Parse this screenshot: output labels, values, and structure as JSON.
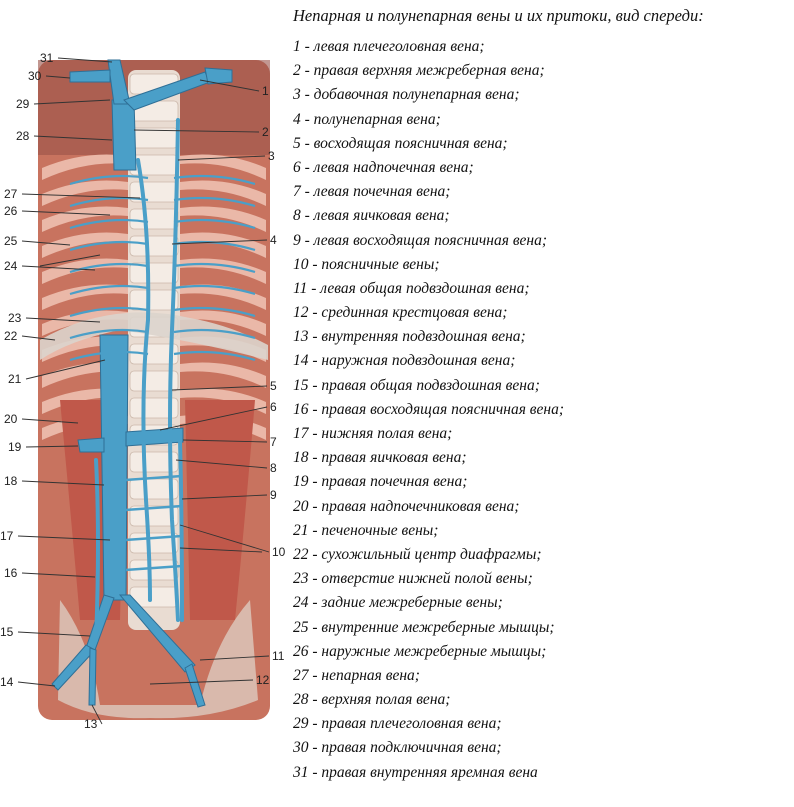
{
  "title": "Непарная и полунепарная вены и их притоки, вид спереди:",
  "legend": [
    {
      "number": "1",
      "text": "левая плечеголовная вена;"
    },
    {
      "number": "2",
      "text": "правая верхняя межреберная вена;"
    },
    {
      "number": "3",
      "text": "добавочная полунепарная вена;"
    },
    {
      "number": "4",
      "text": "полунепарная вена;"
    },
    {
      "number": "5",
      "text": "восходящая поясничная вена;"
    },
    {
      "number": "6",
      "text": "левая надпочечная вена;"
    },
    {
      "number": "7",
      "text": "левая почечная вена;"
    },
    {
      "number": "8",
      "text": "левая яичковая вена;"
    },
    {
      "number": "9",
      "text": "левая восходящая поясничная вена;"
    },
    {
      "number": "10",
      "text": "поясничные вены;"
    },
    {
      "number": "11",
      "text": "левая общая подвздошная вена;"
    },
    {
      "number": "12",
      "text": "срединная крестцовая вена;"
    },
    {
      "number": "13",
      "text": "внутренняя подвздошная вена;"
    },
    {
      "number": "14",
      "text": "наружная подвздошная вена;"
    },
    {
      "number": "15",
      "text": "правая общая подвздошная вена;"
    },
    {
      "number": "16",
      "text": "правая восходящая поясничная вена;"
    },
    {
      "number": "17",
      "text": "нижняя полая вена;"
    },
    {
      "number": "18",
      "text": "правая яичковая вена;"
    },
    {
      "number": "19",
      "text": "правая почечная вена;"
    },
    {
      "number": "20",
      "text": "правая надпочечниковая вена;"
    },
    {
      "number": "21",
      "text": "печеночные вены;"
    },
    {
      "number": "22",
      "text": "сухожильный центр диафрагмы;"
    },
    {
      "number": "23",
      "text": "отверстие нижней полой вены;"
    },
    {
      "number": "24",
      "text": "задние межреберные вены;"
    },
    {
      "number": "25",
      "text": "внутренние межреберные мышцы;"
    },
    {
      "number": "26",
      "text": "наружные межреберные мышцы;"
    },
    {
      "number": "27",
      "text": "непарная вена;"
    },
    {
      "number": "28",
      "text": "верхняя полая вена;"
    },
    {
      "number": "29",
      "text": "правая плечеголовная вена;"
    },
    {
      "number": "30",
      "text": "правая подключичная вена;"
    },
    {
      "number": "31",
      "text": "правая внутренняя яремная вена"
    }
  ],
  "figure_labels": {
    "left": [
      "31",
      "30",
      "29",
      "28",
      "27",
      "26",
      "25",
      "24",
      "23",
      "22",
      "21",
      "20",
      "19",
      "18",
      "17",
      "16",
      "15",
      "14",
      "13"
    ],
    "right": [
      "1",
      "2",
      "3",
      "4",
      "5",
      "6",
      "7",
      "8",
      "9",
      "10",
      "11",
      "12"
    ]
  },
  "colors": {
    "vein": "#4a9fc8",
    "vein_dark": "#2f6f96",
    "muscle": "#c86a5a",
    "muscle_light": "#e7b3a4",
    "bone": "#ece4dc",
    "diaphragm": "#d9d2cc"
  }
}
